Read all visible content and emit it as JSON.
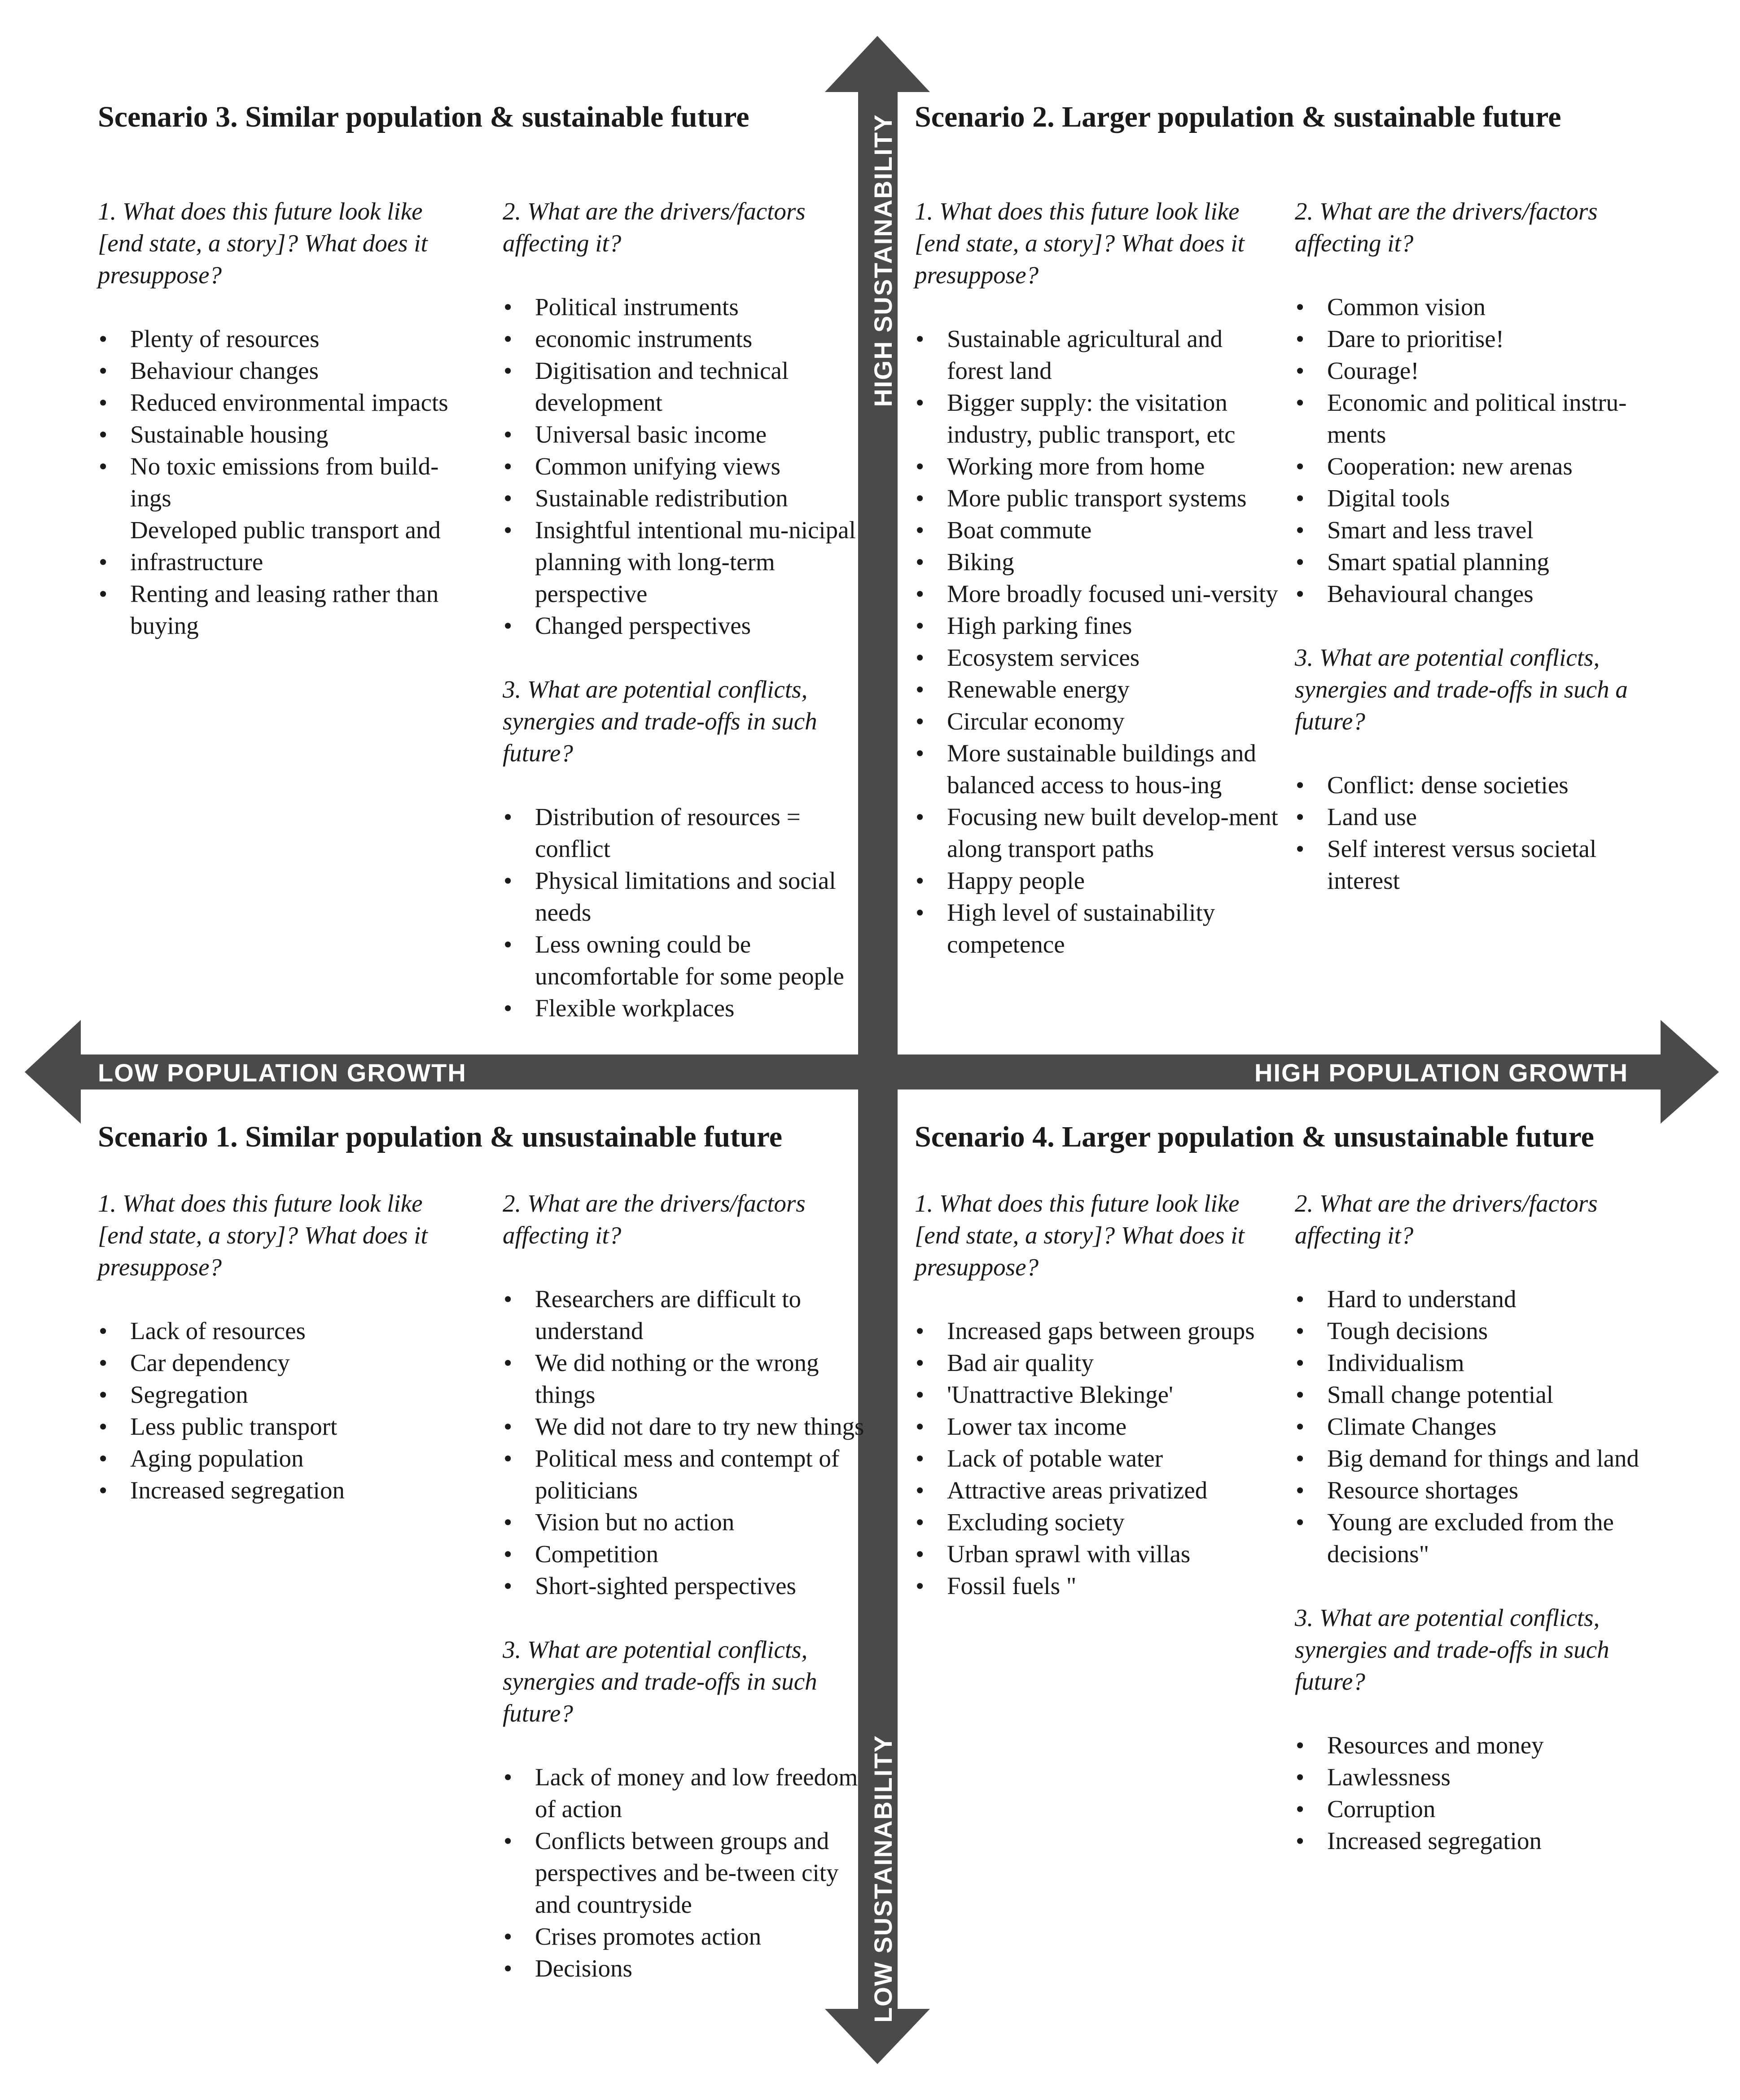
{
  "axes": {
    "x_low": "LOW POPULATION GROWTH",
    "x_high": "HIGH POPULATION GROWTH",
    "y_high": "HIGH SUSTAINABILITY",
    "y_low": "LOW SUSTAINABILITY",
    "color": "#4a4a4a"
  },
  "scenario3": {
    "title": "Scenario 3. Similar population & sustainable future",
    "q1": "1. What does this future look like [end state, a story]? What does it presuppose?",
    "a1": [
      "Plenty of resources",
      "Behaviour changes",
      "Reduced environmental impacts",
      "Sustainable housing",
      "No toxic emissions from build-ings",
      "Developed public transport and",
      "infrastructure",
      "Renting and leasing rather than buying"
    ],
    "q2": "2. What are the drivers/factors affecting it?",
    "a2": [
      "Political instruments",
      "economic instruments",
      "Digitisation and technical development",
      "Universal basic income",
      "Common unifying views",
      "Sustainable redistribution",
      "Insightful intentional mu-nicipal planning with long-term perspective",
      "Changed perspectives"
    ],
    "q3": "3. What are potential conflicts, synergies and trade-offs in such future?",
    "a3": [
      "Distribution of resources = conflict",
      "Physical limitations and social needs",
      "Less owning could be uncomfortable for some people",
      "Flexible workplaces"
    ]
  },
  "scenario2": {
    "title": "Scenario 2. Larger population & sustainable future",
    "q1": "1. What does this future look like [end state, a story]? What does it presuppose?",
    "a1": [
      "Sustainable agricultural and forest land",
      "Bigger supply: the visitation industry, public transport, etc",
      "Working more from home",
      "More public transport systems",
      "Boat commute",
      "Biking",
      "More broadly focused uni-versity",
      "High parking fines",
      "Ecosystem services",
      "Renewable energy",
      "Circular economy",
      "More sustainable buildings and balanced access to hous-ing",
      "Focusing new built develop-ment along transport paths",
      "Happy people",
      "High level of sustainability competence"
    ],
    "q2": "2. What are the drivers/factors affecting it?",
    "a2": [
      "Common vision",
      "Dare to prioritise!",
      "Courage!",
      "Economic and political instru-ments",
      "Cooperation: new arenas",
      "Digital tools",
      "Smart and less travel",
      "Smart spatial planning",
      "Behavioural changes"
    ],
    "q3": "3. What are potential conflicts, synergies and trade-offs in such a future?",
    "a3": [
      "Conflict: dense societies",
      "Land use",
      "Self interest versus societal interest"
    ]
  },
  "scenario1": {
    "title": "Scenario 1. Similar population & unsustainable future",
    "q1": "1. What does this future look like [end state, a story]? What does it presuppose?",
    "a1": [
      "Lack of resources",
      "Car dependency",
      "Segregation",
      "Less public transport",
      "Aging population",
      "Increased segregation"
    ],
    "q2": "2. What are the drivers/factors affecting it?",
    "a2": [
      "Researchers are difficult to understand",
      "We did nothing or the wrong things",
      "We did not dare to try new things",
      "Political mess and contempt of politicians",
      "Vision but no action",
      "Competition",
      "Short-sighted perspectives"
    ],
    "q3": "3. What are potential conflicts, synergies and trade-offs in such future?",
    "a3": [
      "Lack of money and low freedom of action",
      "Conflicts between groups and perspectives and be-tween city and countryside",
      "Crises promotes action",
      "Decisions"
    ]
  },
  "scenario4": {
    "title": "Scenario 4. Larger population & unsustainable future",
    "q1": "1. What does this future look like [end state, a story]? What does it presuppose?",
    "a1": [
      "Increased gaps between groups",
      "Bad air quality",
      "'Unattractive Blekinge'",
      "Lower tax income",
      "Lack of potable water",
      "Attractive areas privatized",
      "Excluding society",
      "Urban sprawl with villas",
      "Fossil fuels \""
    ],
    "q2": "2. What are the drivers/factors affecting it?",
    "a2": [
      "Hard to understand",
      "Tough decisions",
      "Individualism",
      "Small change potential",
      "Climate Changes",
      "Big demand for things and land",
      "Resource shortages",
      "Young are excluded from the decisions\""
    ],
    "q3": "3. What are potential conflicts, synergies and trade-offs in such future?",
    "a3": [
      "Resources and money",
      "Lawlessness",
      "Corruption",
      "Increased segregation"
    ]
  }
}
